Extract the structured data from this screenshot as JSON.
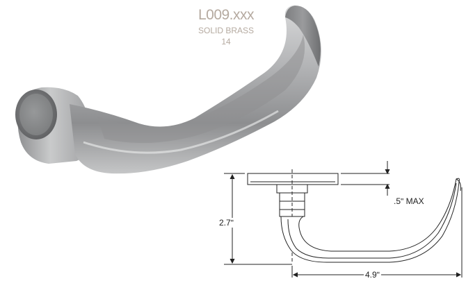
{
  "product": {
    "model": "L009.xxx",
    "material": "SOLID BRASS",
    "gauge": "14"
  },
  "dimensions": {
    "height": "2.7ʺ",
    "rose_depth": ".5ʺ MAX",
    "length": "4.9ʺ"
  },
  "colors": {
    "title_text": "#b5aaa0",
    "satin_nickel": "#a9aaab",
    "drawing_line": "#222222"
  }
}
